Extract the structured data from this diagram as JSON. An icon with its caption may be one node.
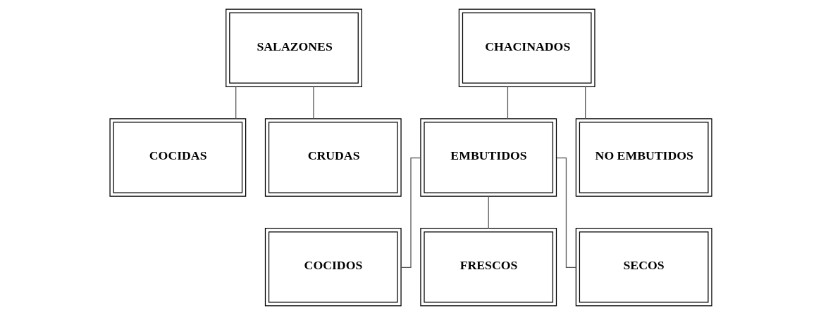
{
  "diagram": {
    "nodes": [
      {
        "text": [
          "SALAZONES"
        ]
      },
      {
        "text": [
          "COCIDAS"
        ]
      },
      {
        "text": [
          "CRUDAS"
        ]
      },
      {
        "text": [
          "CHACINADOS"
        ]
      },
      {
        "text": [
          "EMBUTIDOS"
        ]
      },
      {
        "text": [
          "NO EMBUTIDOS"
        ]
      },
      {
        "text": [
          "COCIDOS"
        ]
      },
      {
        "text": [
          "FRESCOS"
        ]
      },
      {
        "text": [
          "SECOS"
        ]
      }
    ],
    "edges": [
      {
        "from": 0,
        "to": 1,
        "arrow": "none"
      },
      {
        "from": 0,
        "to": 2,
        "arrow": "none"
      },
      {
        "from": 3,
        "to": 4,
        "arrow": "none"
      },
      {
        "from": 3,
        "to": 5,
        "arrow": "none"
      },
      {
        "from": 4,
        "to": 6,
        "arrow": "none"
      },
      {
        "from": 4,
        "to": 7,
        "arrow": "none"
      },
      {
        "from": 4,
        "to": 8,
        "arrow": "none"
      }
    ]
  }
}
